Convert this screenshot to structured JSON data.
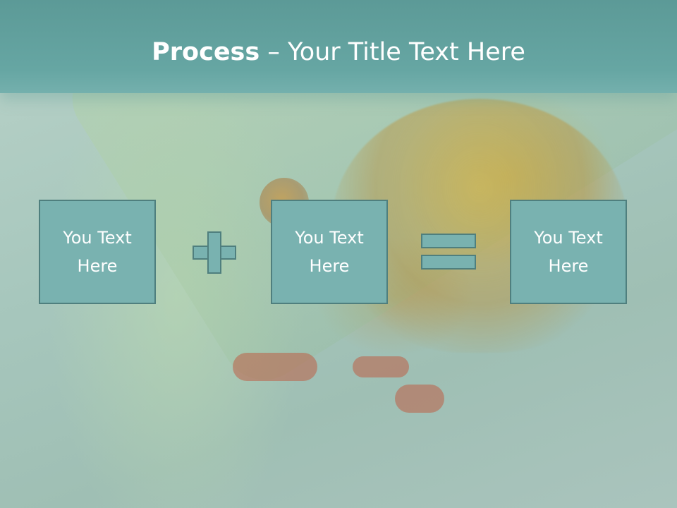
{
  "title": {
    "bold": "Process",
    "rest": " – Your Title Text Here"
  },
  "boxes": [
    {
      "label": "You Text Here"
    },
    {
      "label": "You Text Here"
    },
    {
      "label": "You Text Here"
    }
  ],
  "operators": [
    "plus",
    "equals"
  ],
  "colors": {
    "header": "#66a6a3",
    "box_fill": "#79b2b0",
    "box_border": "#4f7f7e",
    "text": "#ffffff"
  }
}
